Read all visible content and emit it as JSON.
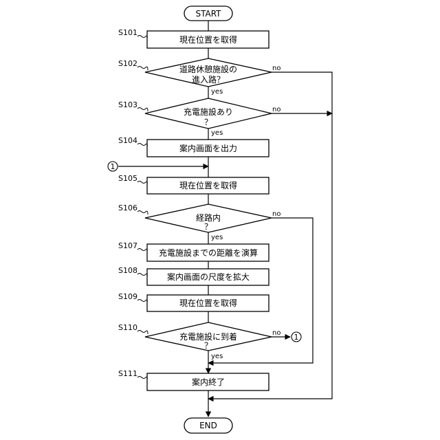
{
  "diagram": {
    "terminals": {
      "start": "START",
      "end": "END"
    },
    "steps": {
      "s101": {
        "id": "S101",
        "text": "現在位置を取得"
      },
      "s102": {
        "id": "S102",
        "line1": "道路休憩施設の",
        "line2": "進入路？"
      },
      "s103": {
        "id": "S103",
        "line1": "充電施設あり",
        "line2": "？"
      },
      "s104": {
        "id": "S104",
        "text": "案内画面を出力"
      },
      "s105": {
        "id": "S105",
        "text": "現在位置を取得"
      },
      "s106": {
        "id": "S106",
        "line1": "経路内",
        "line2": "？"
      },
      "s107": {
        "id": "S107",
        "text": "充電施設までの距離を演算"
      },
      "s108": {
        "id": "S108",
        "text": "案内画面の尺度を拡大"
      },
      "s109": {
        "id": "S109",
        "text": "現在位置を取得"
      },
      "s110": {
        "id": "S110",
        "line1": "充電施設に到着",
        "line2": "？"
      },
      "s111": {
        "id": "S111",
        "text": "案内終了"
      }
    },
    "branch_labels": {
      "yes": "yes",
      "no": "no"
    },
    "connector": "①"
  }
}
